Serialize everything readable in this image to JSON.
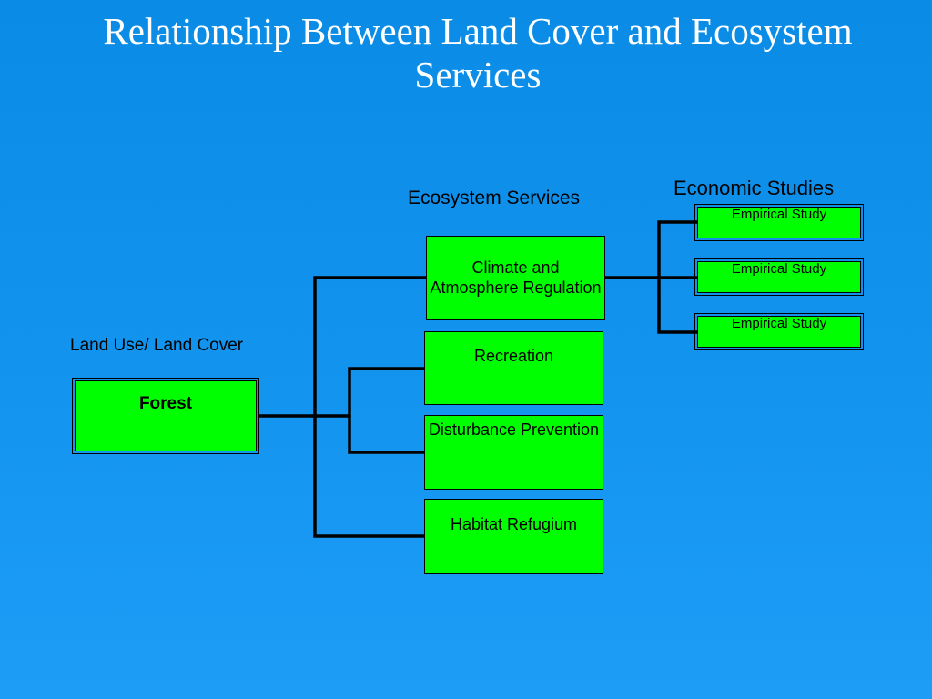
{
  "title": "Relationship Between Land Cover and Ecosystem Services",
  "headings": {
    "land_cover": "Land Use/ Land Cover",
    "ecosystem_services": "Ecosystem Services",
    "economic_studies": "Economic Studies"
  },
  "land_cover_box": "Forest",
  "services": [
    "Climate and Atmosphere Regulation",
    "Recreation",
    "Disturbance Prevention",
    "Habitat Refugium"
  ],
  "studies": [
    "Empirical Study",
    "Empirical Study",
    "Empirical Study"
  ],
  "colors": {
    "background": "#1193ee",
    "box_fill": "#00ff00",
    "title_text": "#ffffff",
    "connector": "#000000"
  }
}
